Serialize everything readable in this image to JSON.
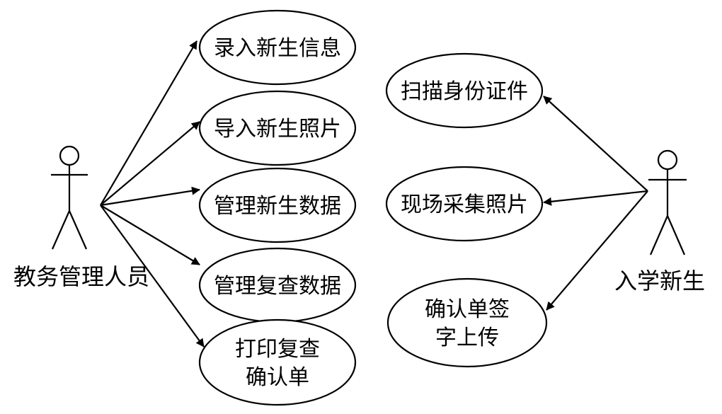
{
  "actors": {
    "admin": {
      "label": "教务管理人员"
    },
    "student": {
      "label": "入学新生"
    }
  },
  "use_cases": {
    "uc1": {
      "lines": [
        "录入新生信息"
      ]
    },
    "uc2": {
      "lines": [
        "导入新生照片"
      ]
    },
    "uc3": {
      "lines": [
        "管理新生数据"
      ]
    },
    "uc4": {
      "lines": [
        "管理复查数据"
      ]
    },
    "uc5": {
      "lines": [
        "打印复查",
        "确认单"
      ]
    },
    "uc6": {
      "lines": [
        "扫描身份证件"
      ]
    },
    "uc7": {
      "lines": [
        "现场采集照片"
      ]
    },
    "uc8": {
      "lines": [
        "确认单签",
        "字上传"
      ]
    }
  }
}
